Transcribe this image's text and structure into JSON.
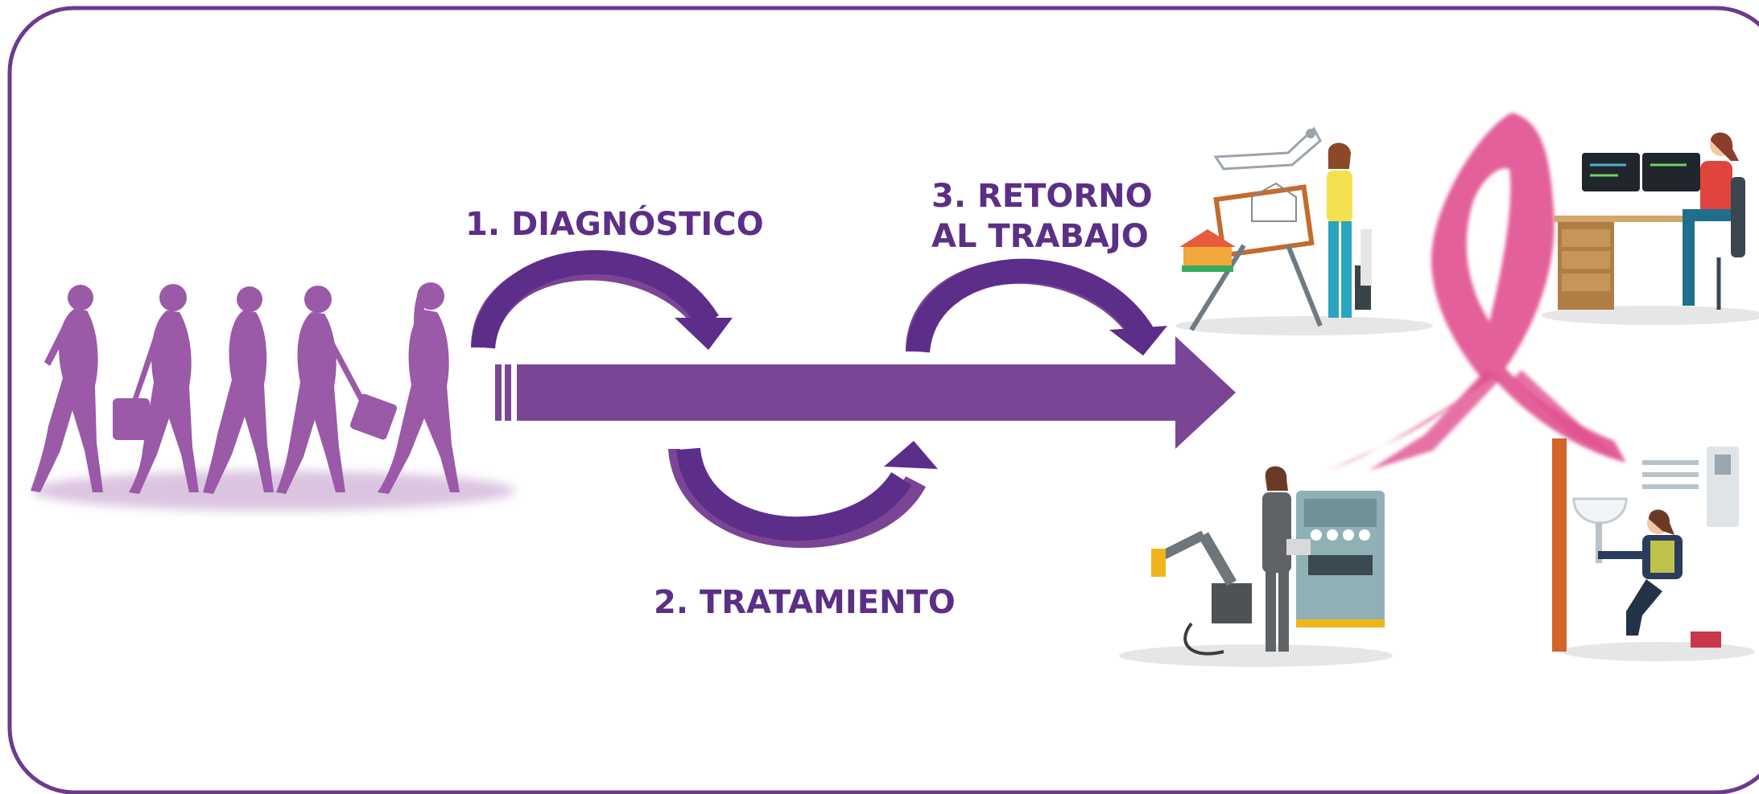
{
  "colors": {
    "frame": "#6b3b8e",
    "arrow": "#7b4596",
    "curve_dark": "#5d2d8a",
    "curve_light": "#7b4596",
    "silhouette": "#9a5aa8",
    "label": "#5c2f86",
    "ribbon": "#e0508f"
  },
  "steps": {
    "step1": "1. DIAGNÓSTICO",
    "step2": "2. TRATAMIENTO",
    "step3_line1": "3. RETORNO",
    "step3_line2": "AL TRABAJO"
  },
  "illustrations": {
    "left": "walking-women-silhouettes",
    "center": "pink-awareness-ribbon",
    "workers": [
      "architect",
      "programmer",
      "engineer-robotics",
      "plumber"
    ]
  }
}
